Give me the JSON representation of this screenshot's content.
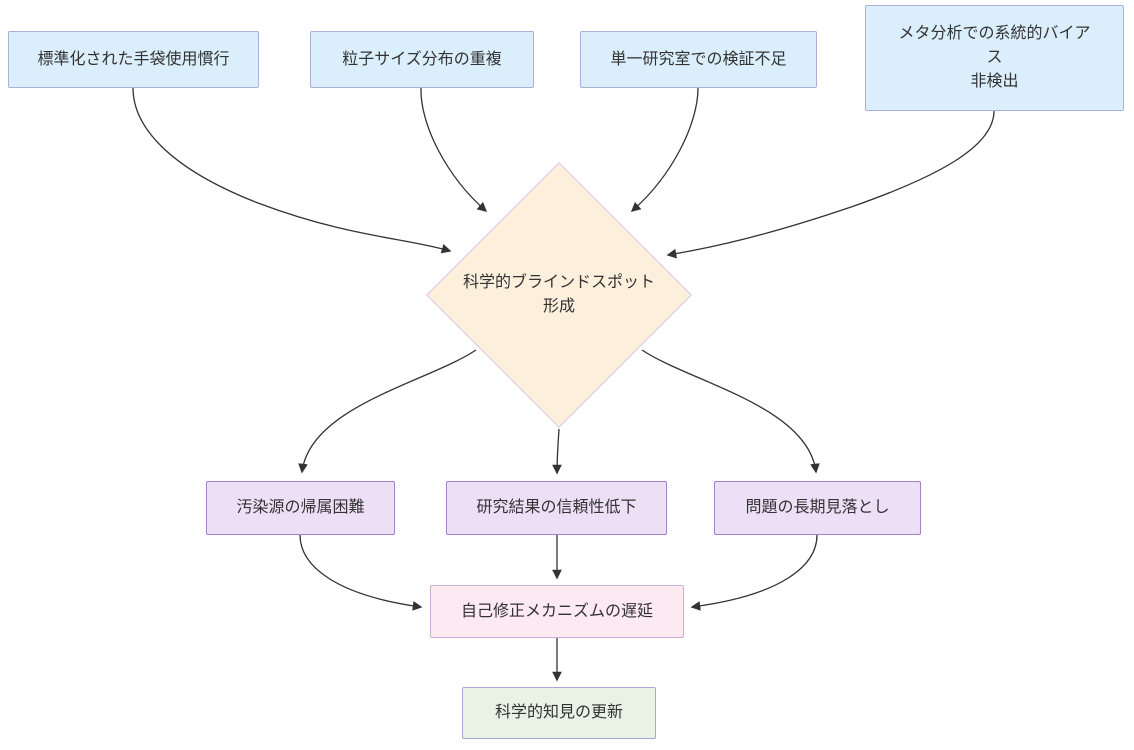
{
  "diagram": {
    "type": "flowchart",
    "direction": "top-down",
    "background": "#ffffff"
  },
  "colors": {
    "edge": "#333333",
    "text": "#333333",
    "cause_fill": "#daeefb",
    "cause_border": "#a9b1d6",
    "decision_fill": "#fcefdc",
    "decision_border": "#d9c4e4",
    "effect_fill": "#eddff6",
    "effect_border": "#a87fc9",
    "delay_fill": "#fce9f1",
    "delay_border": "#ceaed8",
    "update_fill": "#e8f3e5",
    "update_border": "#aaa6d9"
  },
  "nodes": {
    "gloves": {
      "shape": "rect",
      "fill": "#daeefb",
      "border": "#a9b1d6",
      "lines": [
        "標準化された手袋使用慣行"
      ]
    },
    "particle": {
      "shape": "rect",
      "fill": "#daeefb",
      "border": "#a9b1d6",
      "lines": [
        "粒子サイズ分布の重複"
      ]
    },
    "singlelab": {
      "shape": "rect",
      "fill": "#daeefb",
      "border": "#a9b1d6",
      "lines": [
        "単一研究室での検証不足"
      ]
    },
    "meta": {
      "shape": "rect",
      "fill": "#daeefb",
      "border": "#a9b1d6",
      "lines": [
        "メタ分析での系統的バイア",
        "ス",
        "非検出"
      ]
    },
    "blindspot": {
      "shape": "diamond",
      "fill": "#fcefdc",
      "border": "#d9c4e4",
      "lines": [
        "科学的ブラインドスポット",
        "形成"
      ]
    },
    "attribution": {
      "shape": "rect",
      "fill": "#eddff6",
      "border": "#a87fc9",
      "lines": [
        "汚染源の帰属困難"
      ]
    },
    "reliability": {
      "shape": "rect",
      "fill": "#eddff6",
      "border": "#a87fc9",
      "lines": [
        "研究結果の信頼性低下"
      ]
    },
    "overlook": {
      "shape": "rect",
      "fill": "#eddff6",
      "border": "#a87fc9",
      "lines": [
        "問題の長期見落とし"
      ]
    },
    "delay": {
      "shape": "rect",
      "fill": "#fce9f1",
      "border": "#ceaed8",
      "lines": [
        "自己修正メカニズムの遅延"
      ]
    },
    "update": {
      "shape": "rect",
      "fill": "#e8f3e5",
      "border": "#aaa6d9",
      "lines": [
        "科学的知見の更新"
      ]
    }
  },
  "edges": [
    {
      "from": "gloves",
      "to": "blindspot"
    },
    {
      "from": "particle",
      "to": "blindspot"
    },
    {
      "from": "singlelab",
      "to": "blindspot"
    },
    {
      "from": "meta",
      "to": "blindspot"
    },
    {
      "from": "blindspot",
      "to": "attribution"
    },
    {
      "from": "blindspot",
      "to": "reliability"
    },
    {
      "from": "blindspot",
      "to": "overlook"
    },
    {
      "from": "attribution",
      "to": "delay"
    },
    {
      "from": "reliability",
      "to": "delay"
    },
    {
      "from": "overlook",
      "to": "delay"
    },
    {
      "from": "delay",
      "to": "update"
    }
  ]
}
